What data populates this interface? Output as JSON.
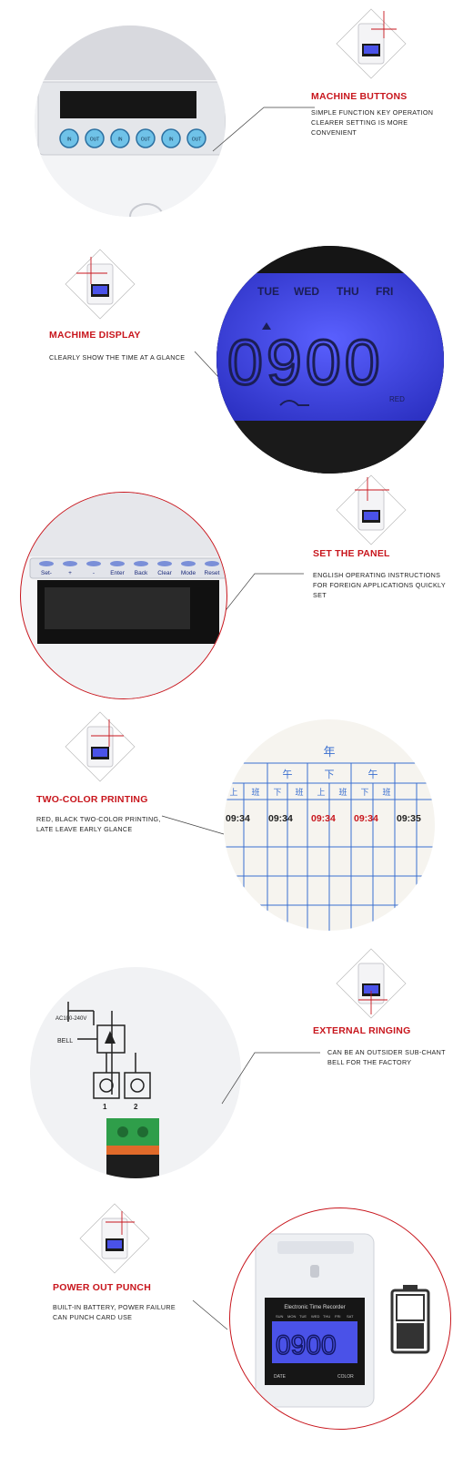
{
  "colors": {
    "accent_red": "#c8161d",
    "lcd_blue": "#3a3fd8",
    "text_dark": "#222222"
  },
  "sections": [
    {
      "title": "MACHINE BUTTONS",
      "desc": [
        "SIMPLE FUNCTION KEY OPERATION",
        "CLEARER SETTING IS MORE",
        "CONVENIENT"
      ],
      "buttons": [
        "IN",
        "OUT",
        "IN",
        "OUT",
        "IN",
        "OUT"
      ]
    },
    {
      "title": "MACHIME DISPLAY",
      "desc": [
        "CLEARLY SHOW THE TIME AT A GLANCE"
      ],
      "days": [
        "TUE",
        "WED",
        "THU",
        "FRI"
      ],
      "digits": "0900",
      "color_label": "RED"
    },
    {
      "title": "SET THE PANEL",
      "desc": [
        "ENGLISH OPERATING INSTRUCTIONS",
        "FOR FOREIGN APPLICATIONS QUICKLY",
        "SET"
      ],
      "panel_keys": [
        "Set-",
        "+",
        "-",
        "Enter",
        "Back",
        "Clear",
        "Mode",
        "Reset"
      ]
    },
    {
      "title": "TWO-COLOR PRINTING",
      "desc": [
        "RED, BLACK TWO-COLOR PRINTING,",
        "LATE LEAVE EARLY GLANCE"
      ],
      "card_header": [
        "年",
        "午",
        "下",
        "午"
      ],
      "card_sub": [
        "上",
        "班",
        "下",
        "班",
        "上",
        "班",
        "下",
        "班"
      ],
      "stamps": [
        {
          "text": "09:34",
          "color": "#222222"
        },
        {
          "text": "09:34",
          "color": "#222222"
        },
        {
          "text": "09:34",
          "color": "#c8161d"
        },
        {
          "text": "09:34",
          "color": "#c8161d"
        },
        {
          "text": "09:35",
          "color": "#222222"
        }
      ]
    },
    {
      "title": "EXTERNAL RINGING",
      "desc": [
        "CAN BE AN OUTSIDER SUB-CHANT",
        "BELL FOR THE FACTORY"
      ],
      "wiring": {
        "voltage": "AC100-240V",
        "bell": "BELL",
        "terminal_1": "1",
        "terminal_2": "2"
      }
    },
    {
      "title": "POWER OUT PUNCH",
      "desc": [
        "BUILT-IN BATTERY, POWER FAILURE",
        "CAN PUNCH CARD USE"
      ],
      "device": {
        "label": "Electronic Time Recorder",
        "days": [
          "SUN",
          "MON",
          "TUE",
          "WED",
          "THU",
          "FRI",
          "SAT"
        ],
        "digits": "0900",
        "date": "DATE",
        "color": "COLOR"
      }
    }
  ]
}
